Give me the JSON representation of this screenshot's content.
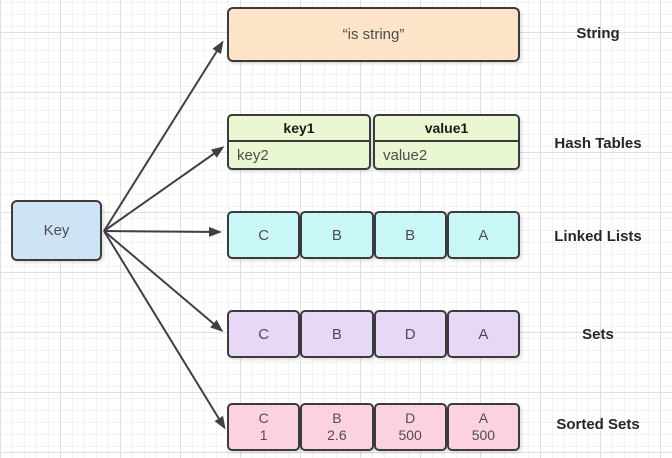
{
  "diagram": {
    "key_node": {
      "label": "Key",
      "fill": "#cfe3f7"
    },
    "rows": [
      {
        "label": "String",
        "type": "single",
        "fill": "#fde4c8",
        "value": "“is string”"
      },
      {
        "label": "Hash Tables",
        "type": "table",
        "fill": "#e9f7d2",
        "columns": [
          {
            "header": "key1",
            "cell": "key2"
          },
          {
            "header": "value1",
            "cell": "value2"
          }
        ]
      },
      {
        "label": "Linked Lists",
        "type": "cells",
        "fill": "#c9f7f7",
        "cells": [
          "C",
          "B",
          "B",
          "A"
        ]
      },
      {
        "label": "Sets",
        "type": "cells",
        "fill": "#e7d8f6",
        "cells": [
          "C",
          "B",
          "D",
          "A"
        ]
      },
      {
        "label": "Sorted Sets",
        "type": "cells",
        "fill": "#fcd2e2",
        "cells": [
          {
            "member": "C",
            "score": "1"
          },
          {
            "member": "B",
            "score": "2.6"
          },
          {
            "member": "D",
            "score": "500"
          },
          {
            "member": "A",
            "score": "500"
          }
        ]
      }
    ],
    "arrow_color": "#404040",
    "border_color": "#3b3b3b"
  }
}
